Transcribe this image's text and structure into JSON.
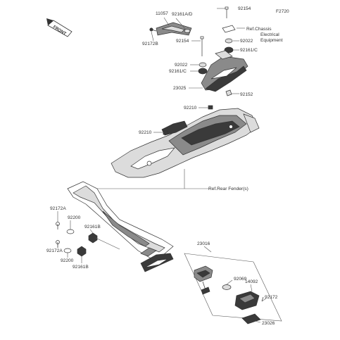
{
  "diagram_code": "F2720",
  "front_label": "FRONT",
  "callouts": {
    "p11057": "11057",
    "p92161a_d": "92161A/D",
    "p92154_top": "92154",
    "p92172b": "92172B",
    "p92154_mid": "92154",
    "ref_chassis_1": "Ref.Chassis",
    "ref_chassis_2": "Electrical",
    "ref_chassis_3": "Equipment",
    "p92022_right": "92022",
    "p92161c_right": "92161/C",
    "p92022_left": "92022",
    "p92161c_left": "92161/C",
    "p23025": "23025",
    "p92152": "92152",
    "p92210_a": "92210",
    "p92210_b": "92210",
    "ref_rear_fender": "Ref.Rear Fender(s)",
    "p92172a_top": "92172A",
    "p92200_top": "92200",
    "p92161b_top": "92161B",
    "p92172a_bot": "92172A",
    "p92200_bot": "92200",
    "p92161b_bot": "92161B",
    "p23016": "23016",
    "p92069": "92069",
    "p14092": "14092",
    "p92172": "92172",
    "p23026": "23026"
  }
}
